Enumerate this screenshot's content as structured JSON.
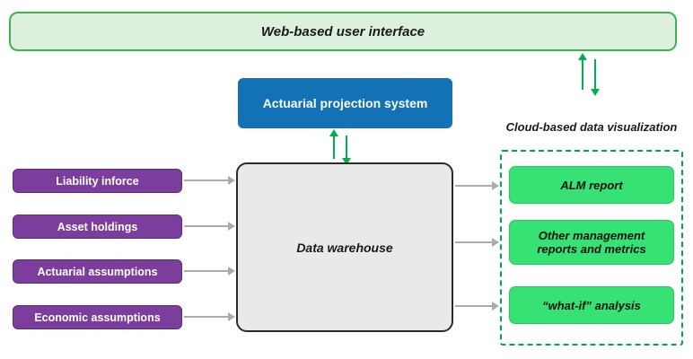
{
  "top_bar": {
    "label": "Web-based user interface"
  },
  "projection_box": {
    "label": "Actuarial projection system"
  },
  "warehouse": {
    "label": "Data warehouse"
  },
  "inputs": [
    {
      "label": "Liability inforce"
    },
    {
      "label": "Asset holdings"
    },
    {
      "label": "Actuarial assumptions"
    },
    {
      "label": "Economic assumptions"
    }
  ],
  "cloud": {
    "label": "Cloud-based data visualization"
  },
  "outputs": [
    {
      "label": "ALM report"
    },
    {
      "label": "Other management reports and metrics"
    },
    {
      "label": "“what-if” analysis"
    }
  ],
  "colors": {
    "banner_fill": "#ddefdd",
    "banner_border": "#3cb54a",
    "projection_blue": "#1272b5",
    "warehouse_fill": "#e9e9e9",
    "warehouse_border": "#2b2b2b",
    "input_purple": "#7c3e9c",
    "output_green": "#35e273",
    "dashed_green": "#00a651",
    "arrow_gray": "#ababab",
    "arrow_green": "#00b050"
  },
  "icons": {
    "arrow_right": "css-triangle-right",
    "arrow_up": "css-triangle-up",
    "arrow_down": "css-triangle-down"
  }
}
